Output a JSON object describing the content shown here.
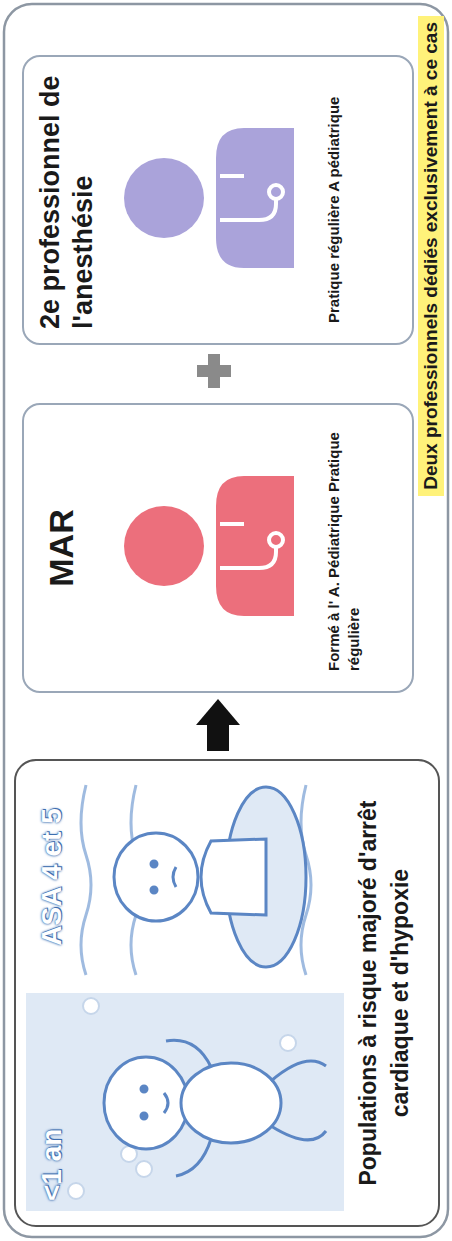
{
  "diagram": {
    "nodes": [
      {
        "text": [
          "Populations à risque majoré d'arrêt cardiaque et d'hypoxie"
        ]
      },
      {
        "text": [
          "<1 an"
        ],
        "in": 0
      },
      {
        "text": [
          "ASA 4 et 5"
        ],
        "in": 0
      },
      {
        "text": [
          "MAR",
          "Formé à l' A. Pédiatrique Pratique régulière"
        ]
      },
      {
        "text": [
          "2e professionnel de l'anesthésie",
          "Pratique régulière A pédiatrique"
        ]
      }
    ],
    "edges": [
      {
        "from": 0,
        "to": 3,
        "arrow": "to"
      }
    ],
    "labels": [
      "Deux professionnels dédiés exclusivement à ce cas"
    ]
  }
}
